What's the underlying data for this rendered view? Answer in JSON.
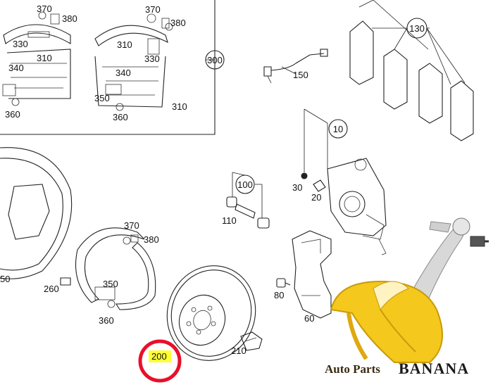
{
  "labels": {
    "l370a": "370",
    "l380a": "380",
    "l330a": "330",
    "l310a": "310",
    "l340a": "340",
    "l360a": "360",
    "l370b": "370",
    "l380b": "380",
    "l310b": "310",
    "l330b": "330",
    "l340b": "340",
    "l350b": "350",
    "l360b": "360",
    "l310c": "310",
    "l300": "300",
    "l150": "150",
    "l130": "130",
    "l10": "10",
    "l30": "30",
    "l20": "20",
    "l100": "100",
    "l110": "110",
    "l370c": "370",
    "l380c": "380",
    "l350c": "350",
    "l360c": "360",
    "l260": "260",
    "l50": "50",
    "l80": "80",
    "l60": "60",
    "l210": "210",
    "l200": "200"
  },
  "highlight": {
    "part": "200",
    "marker_color": "#ffff33",
    "ring_color": "#e8102a"
  },
  "watermark": {
    "line_a": "Auto Parts",
    "line_b": "BANANA"
  },
  "colors": {
    "ink": "#222222",
    "banana_yellow": "#f4c81c",
    "banana_shadow": "#c99a0a",
    "arm_silver": "#d8d8d8"
  }
}
